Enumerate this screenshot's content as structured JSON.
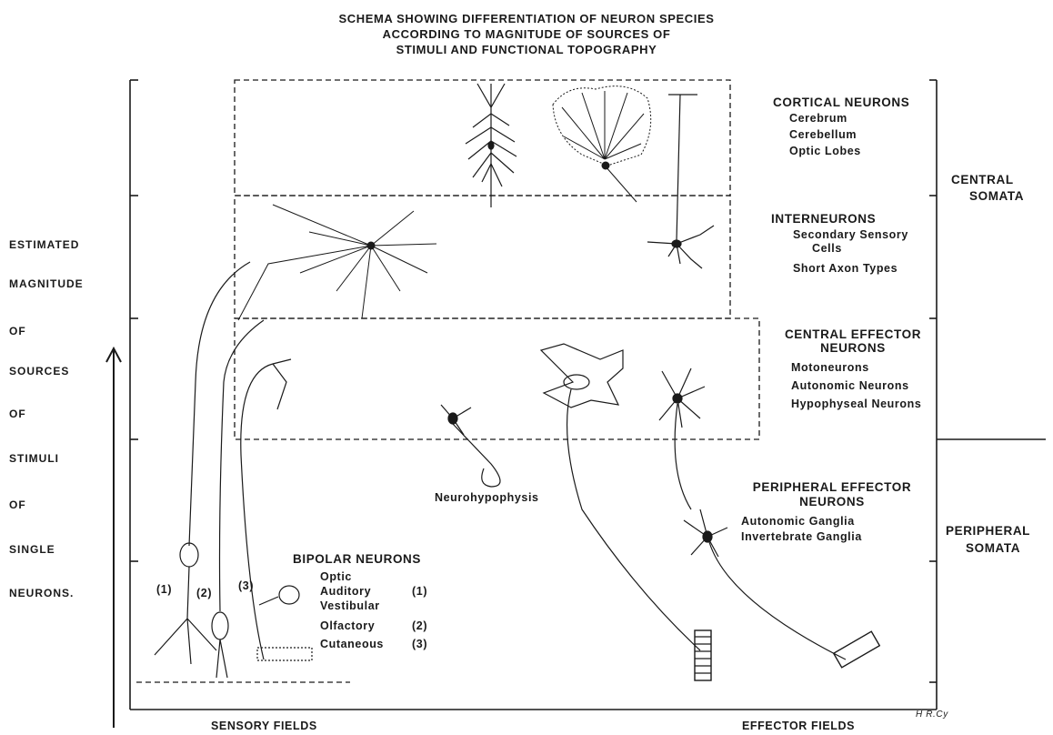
{
  "title": {
    "line1": "SCHEMA SHOWING DIFFERENTIATION OF NEURON SPECIES",
    "line2": "ACCORDING TO MAGNITUDE OF SOURCES OF",
    "line3": "STIMULI AND FUNCTIONAL TOPOGRAPHY"
  },
  "y_axis_words": [
    "ESTIMATED",
    "MAGNITUDE",
    "OF",
    "SOURCES",
    "OF",
    "STIMULI",
    "OF",
    "SINGLE",
    "NEURONS."
  ],
  "groups": {
    "cortical": {
      "title": "CORTICAL NEURONS",
      "items": [
        "Cerebrum",
        "Cerebellum",
        "Optic Lobes"
      ]
    },
    "interneurons": {
      "title": "INTERNEURONS",
      "items": [
        "Secondary Sensory",
        "Cells",
        "Short Axon Types"
      ]
    },
    "central_effector": {
      "title_line1": "CENTRAL EFFECTOR",
      "title_line2": "NEURONS",
      "items": [
        "Motoneurons",
        "Autonomic Neurons",
        "Hypophyseal Neurons"
      ]
    },
    "peripheral_effector": {
      "title_line1": "PERIPHERAL EFFECTOR",
      "title_line2": "NEURONS",
      "items": [
        "Autonomic Ganglia",
        "Invertebrate Ganglia"
      ]
    },
    "bipolar": {
      "title": "BIPOLAR NEURONS",
      "items": [
        "Optic",
        "Auditory",
        "Vestibular",
        "Olfactory",
        "Cutaneous"
      ],
      "markers": [
        "(1)",
        "(2)",
        "(3)"
      ]
    }
  },
  "right_labels": {
    "central_line1": "CENTRAL",
    "central_line2": "SOMATA",
    "peripheral_line1": "PERIPHERAL",
    "peripheral_line2": "SOMATA"
  },
  "neuron_markers": [
    "(1)",
    "(2)",
    "(3)"
  ],
  "neurohypophysis": "Neurohypophysis",
  "bottom": {
    "sensory": "SENSORY FIELDS",
    "effector": "EFFECTOR FIELDS"
  },
  "signature": "H R.Cy"
}
